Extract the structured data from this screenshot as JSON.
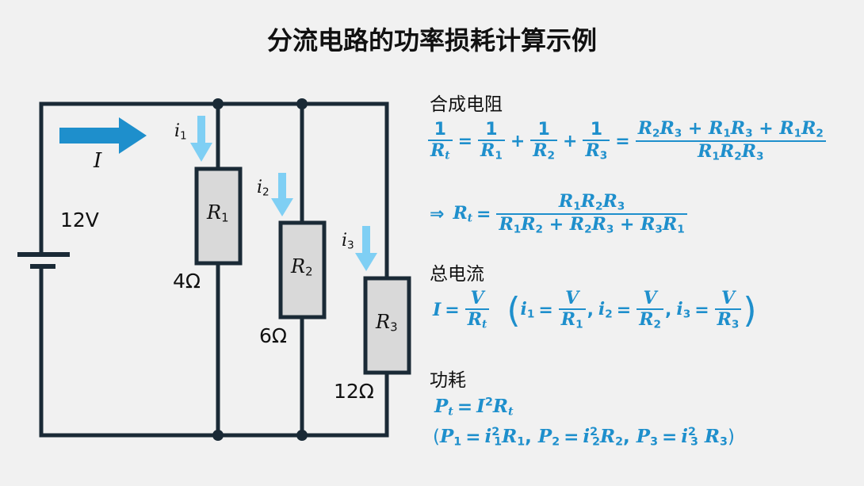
{
  "title": "分流电路的功率损耗计算示例",
  "colors": {
    "wire": "#1a2a36",
    "formula": "#1e8fcc",
    "arrow_main": "#1e8fcc",
    "arrow_branch": "#7fcff4",
    "resistor_fill": "#d9d9d9",
    "background": "#f1f1f1"
  },
  "circuit": {
    "source_voltage": "12V",
    "main_current_label": "I",
    "branches": [
      {
        "current": "i",
        "sub": "1",
        "resistor": "R",
        "resistor_sub": "1",
        "value": "4Ω"
      },
      {
        "current": "i",
        "sub": "2",
        "resistor": "R",
        "resistor_sub": "2",
        "value": "6Ω"
      },
      {
        "current": "i",
        "sub": "3",
        "resistor": "R",
        "resistor_sub": "3",
        "value": "12Ω"
      }
    ]
  },
  "sections": {
    "combined": {
      "heading": "合成电阻"
    },
    "total_current": {
      "heading": "总电流"
    },
    "power": {
      "heading": "功耗"
    }
  }
}
